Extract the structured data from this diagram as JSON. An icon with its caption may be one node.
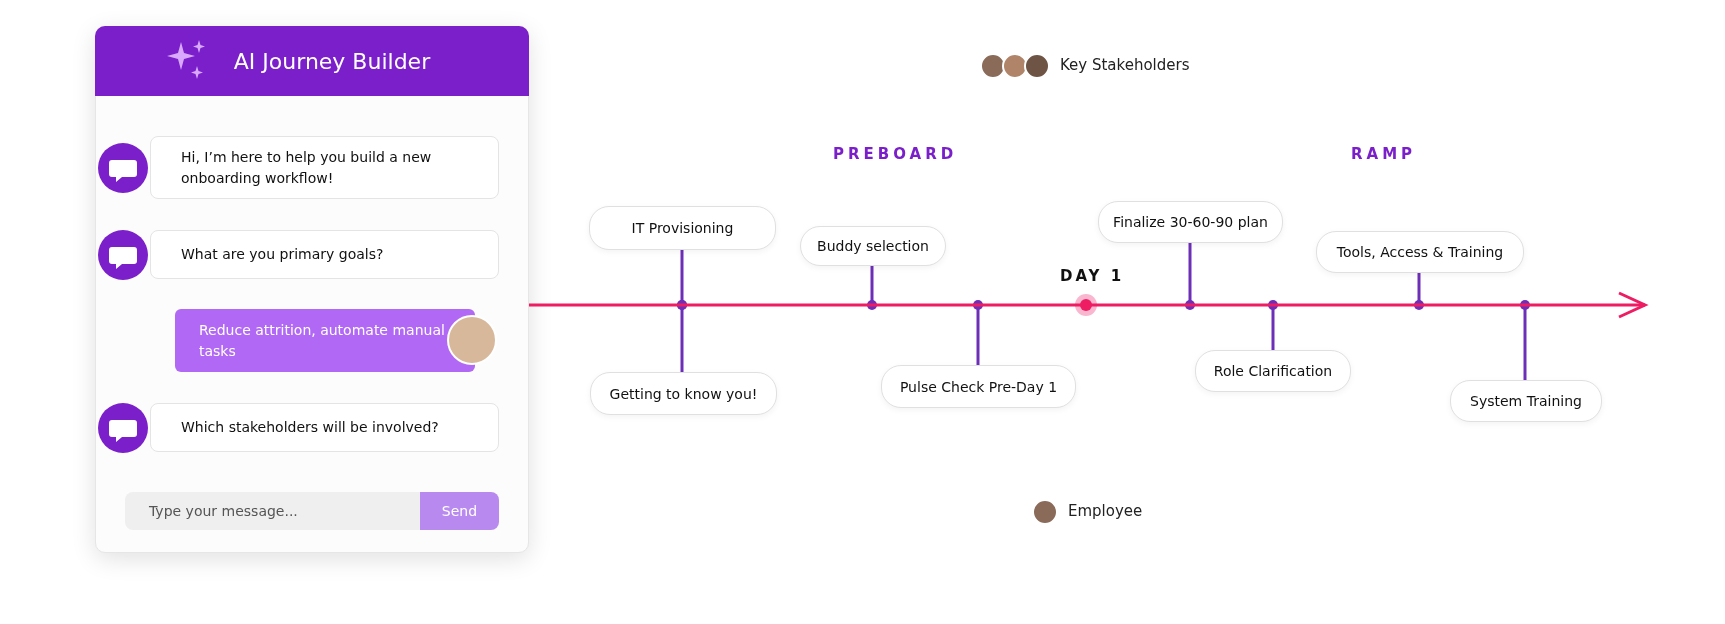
{
  "diagram": {
    "nodes": [
      {
        "text": [
          "AI Journey Builder"
        ]
      },
      {
        "text": [
          "Hi, I’m here to help you build a new onboarding workflow!"
        ],
        "in": 0
      },
      {
        "text": [
          "What are you primary goals?"
        ],
        "in": 0
      },
      {
        "text": [
          "Reduce attrition, automate manual tasks"
        ],
        "in": 0
      },
      {
        "text": [
          "Which stakeholders will be involved?"
        ],
        "in": 0
      },
      {
        "text": [
          "Type your message..."
        ],
        "in": 0
      },
      {
        "text": [
          "Send"
        ],
        "in": 0
      },
      {
        "text": [],
        "shape": "bar"
      },
      {
        "text": [
          "IT Provisioning"
        ]
      },
      {
        "text": [
          "Getting to know you!"
        ]
      },
      {
        "text": [
          "Buddy selection"
        ]
      },
      {
        "text": [
          "Pulse Check Pre-Day 1"
        ]
      },
      {
        "text": [
          "Finalize 30-60-90 plan"
        ]
      },
      {
        "text": [
          "Role Clarification"
        ]
      },
      {
        "text": [
          "Tools, Access & Training"
        ]
      },
      {
        "text": [
          "System Training"
        ]
      }
    ],
    "edges": [
      {
        "from": 8,
        "to": 7,
        "arrow": "other"
      },
      {
        "from": 9,
        "to": 7,
        "arrow": "other"
      },
      {
        "from": 10,
        "to": 7,
        "arrow": "other"
      },
      {
        "from": 11,
        "to": 7,
        "arrow": "other"
      },
      {
        "from": 12,
        "to": 7,
        "arrow": "other"
      },
      {
        "from": 13,
        "to": 7,
        "arrow": "other"
      },
      {
        "from": 14,
        "to": 7,
        "arrow": "other"
      },
      {
        "from": 15,
        "to": 7,
        "arrow": "other"
      }
    ],
    "labels": [
      "Key Stakeholders",
      "PREBOARD",
      "RAMP",
      "DAY 1",
      "Employee"
    ]
  }
}
